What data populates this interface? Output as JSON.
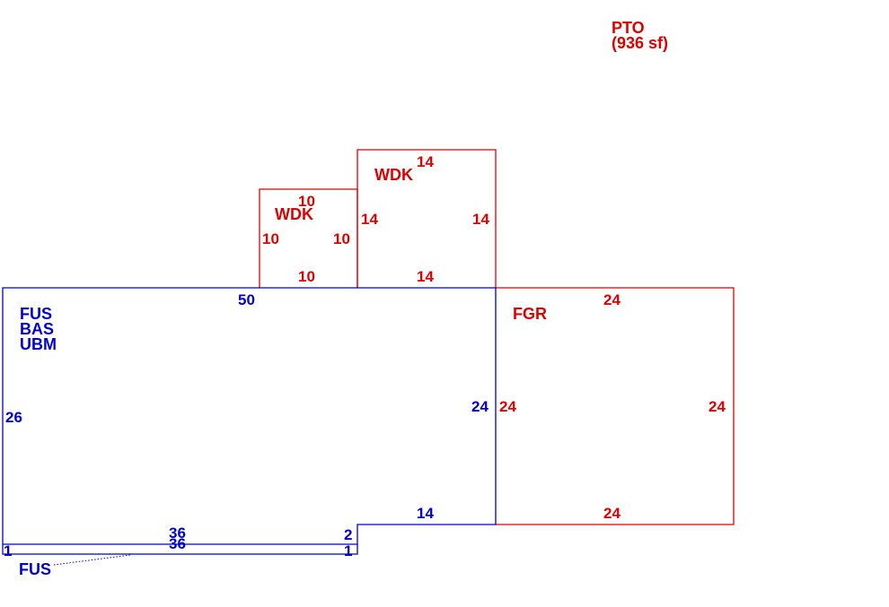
{
  "colors": {
    "main": "#0000cc",
    "addon": "#dd0000",
    "background": "#ffffff"
  },
  "pto": {
    "label": "PTO",
    "area": "(936 sf)"
  },
  "main_structure": {
    "labels": [
      "FUS",
      "BAS",
      "UBM"
    ],
    "dims": {
      "top": "50",
      "left": "26",
      "right": "24",
      "lower_right": "14",
      "step": "2",
      "bottom": "36"
    }
  },
  "strip": {
    "label": "FUS",
    "dims": {
      "top": "36",
      "left": "1",
      "right": "1"
    }
  },
  "wdk_small": {
    "label": "WDK",
    "dims": {
      "top": "10",
      "left": "10",
      "right": "10",
      "bottom": "10"
    }
  },
  "wdk_large": {
    "label": "WDK",
    "dims": {
      "top": "14",
      "left": "14",
      "right": "14",
      "bottom": "14"
    }
  },
  "fgr": {
    "label": "FGR",
    "dims": {
      "top": "24",
      "left": "24",
      "right": "24",
      "bottom": "24"
    }
  }
}
